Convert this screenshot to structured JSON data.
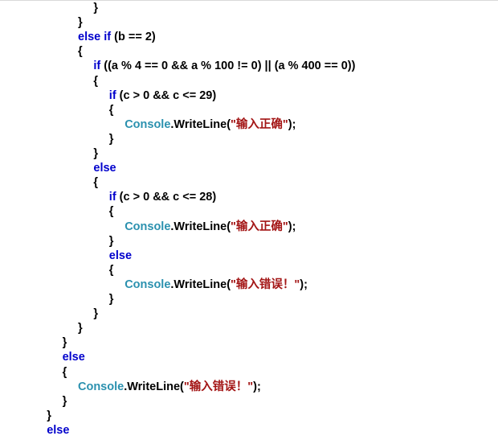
{
  "colors": {
    "background": "#ffffff",
    "keyword": "#0000cc",
    "type": "#2b91af",
    "string": "#a31515",
    "plain": "#000000"
  },
  "code": {
    "lines": [
      {
        "indent": 6,
        "tokens": [
          {
            "t": "}",
            "k": "pl"
          }
        ]
      },
      {
        "indent": 5,
        "tokens": [
          {
            "t": "}",
            "k": "pl"
          }
        ]
      },
      {
        "indent": 5,
        "tokens": [
          {
            "t": "else if",
            "k": "kw"
          },
          {
            "t": " (b == 2)",
            "k": "pl"
          }
        ]
      },
      {
        "indent": 5,
        "tokens": [
          {
            "t": "{",
            "k": "pl"
          }
        ]
      },
      {
        "indent": 6,
        "tokens": [
          {
            "t": "if",
            "k": "kw"
          },
          {
            "t": " ((a % 4 == 0 && a % 100 != 0) || (a % 400 == 0))",
            "k": "pl"
          }
        ]
      },
      {
        "indent": 6,
        "tokens": [
          {
            "t": "{",
            "k": "pl"
          }
        ]
      },
      {
        "indent": 7,
        "tokens": [
          {
            "t": "if",
            "k": "kw"
          },
          {
            "t": " (c > 0 && c <= 29)",
            "k": "pl"
          }
        ]
      },
      {
        "indent": 7,
        "tokens": [
          {
            "t": "{",
            "k": "pl"
          }
        ]
      },
      {
        "indent": 8,
        "tokens": [
          {
            "t": "Console",
            "k": "ty"
          },
          {
            "t": ".WriteLine(",
            "k": "pl"
          },
          {
            "t": "\"输入正确\"",
            "k": "st"
          },
          {
            "t": ");",
            "k": "pl"
          }
        ]
      },
      {
        "indent": 7,
        "tokens": [
          {
            "t": "}",
            "k": "pl"
          }
        ]
      },
      {
        "indent": 6,
        "tokens": [
          {
            "t": "}",
            "k": "pl"
          }
        ]
      },
      {
        "indent": 6,
        "tokens": [
          {
            "t": "else",
            "k": "kw"
          }
        ]
      },
      {
        "indent": 6,
        "tokens": [
          {
            "t": "{",
            "k": "pl"
          }
        ]
      },
      {
        "indent": 7,
        "tokens": [
          {
            "t": "if",
            "k": "kw"
          },
          {
            "t": " (c > 0 && c <= 28)",
            "k": "pl"
          }
        ]
      },
      {
        "indent": 7,
        "tokens": [
          {
            "t": "{",
            "k": "pl"
          }
        ]
      },
      {
        "indent": 8,
        "tokens": [
          {
            "t": "Console",
            "k": "ty"
          },
          {
            "t": ".WriteLine(",
            "k": "pl"
          },
          {
            "t": "\"输入正确\"",
            "k": "st"
          },
          {
            "t": ");",
            "k": "pl"
          }
        ]
      },
      {
        "indent": 7,
        "tokens": [
          {
            "t": "}",
            "k": "pl"
          }
        ]
      },
      {
        "indent": 7,
        "tokens": [
          {
            "t": "else",
            "k": "kw"
          }
        ]
      },
      {
        "indent": 7,
        "tokens": [
          {
            "t": "{",
            "k": "pl"
          }
        ]
      },
      {
        "indent": 8,
        "tokens": [
          {
            "t": "Console",
            "k": "ty"
          },
          {
            "t": ".WriteLine(",
            "k": "pl"
          },
          {
            "t": "\"输入错误！\"",
            "k": "st"
          },
          {
            "t": ");",
            "k": "pl"
          }
        ]
      },
      {
        "indent": 7,
        "tokens": [
          {
            "t": "}",
            "k": "pl"
          }
        ]
      },
      {
        "indent": 6,
        "tokens": [
          {
            "t": "}",
            "k": "pl"
          }
        ]
      },
      {
        "indent": 5,
        "tokens": [
          {
            "t": "}",
            "k": "pl"
          }
        ]
      },
      {
        "indent": 4,
        "tokens": [
          {
            "t": "}",
            "k": "pl"
          }
        ]
      },
      {
        "indent": 4,
        "tokens": [
          {
            "t": "else",
            "k": "kw"
          }
        ]
      },
      {
        "indent": 4,
        "tokens": [
          {
            "t": "{",
            "k": "pl"
          }
        ]
      },
      {
        "indent": 5,
        "tokens": [
          {
            "t": "Console",
            "k": "ty"
          },
          {
            "t": ".WriteLine(",
            "k": "pl"
          },
          {
            "t": "\"输入错误！\"",
            "k": "st"
          },
          {
            "t": ");",
            "k": "pl"
          }
        ]
      },
      {
        "indent": 4,
        "tokens": [
          {
            "t": "}",
            "k": "pl"
          }
        ]
      },
      {
        "indent": 3,
        "tokens": [
          {
            "t": "}",
            "k": "pl"
          }
        ]
      },
      {
        "indent": 3,
        "tokens": [
          {
            "t": "else",
            "k": "kw"
          }
        ]
      }
    ]
  }
}
